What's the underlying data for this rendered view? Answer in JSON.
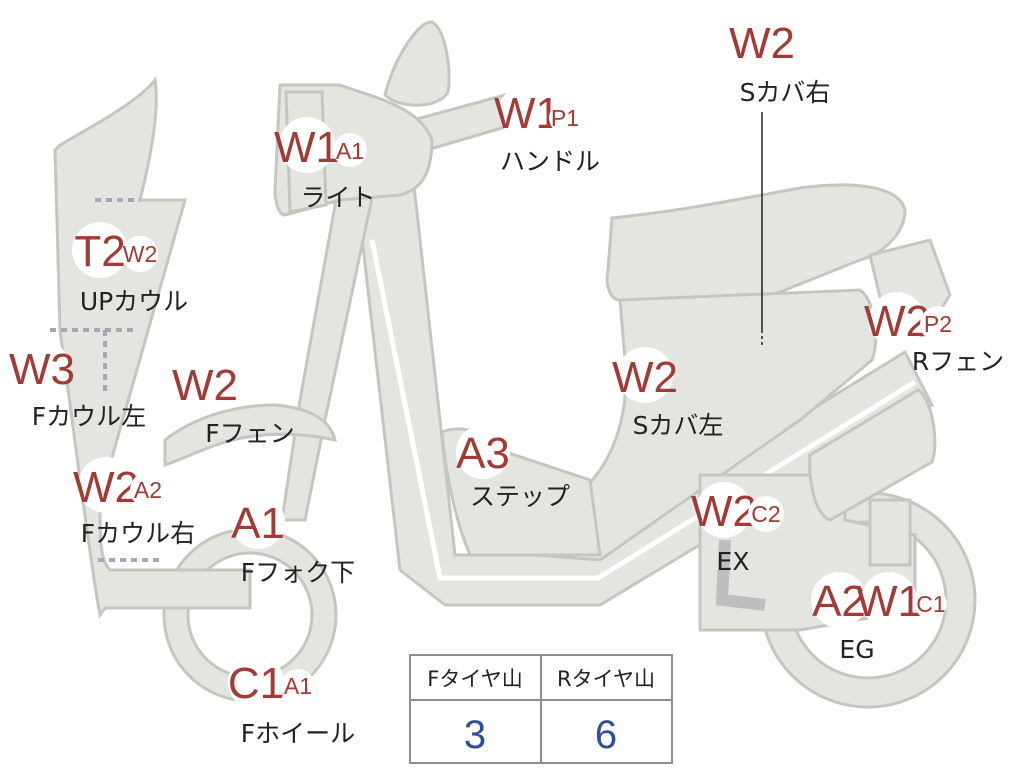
{
  "colors": {
    "body_fill": "#e4e4e0",
    "body_stroke": "#c6c6c0",
    "grade_text": "#a23a36",
    "tire_value_text": "#2f4d9a",
    "label_text": "#222222",
    "badge_fill": "#ffffff"
  },
  "parts": [
    {
      "id": "s-cover-right",
      "label": "Sカバ右",
      "grades": [
        "W2"
      ]
    },
    {
      "id": "handle",
      "label": "ハンドル",
      "grades": [
        "W1",
        "P1"
      ]
    },
    {
      "id": "light",
      "label": "ライト",
      "grades": [
        "W1",
        "A1"
      ]
    },
    {
      "id": "up-cowl",
      "label": "UPカウル",
      "grades": [
        "T2",
        "W2"
      ]
    },
    {
      "id": "f-cowl-left",
      "label": "Fカウル左",
      "grades": [
        "W3"
      ]
    },
    {
      "id": "f-fender",
      "label": "Fフェン",
      "grades": [
        "W2"
      ]
    },
    {
      "id": "f-cowl-right",
      "label": "Fカウル右",
      "grades": [
        "W2",
        "A2"
      ]
    },
    {
      "id": "f-fork-lower",
      "label": "Fフォク下",
      "grades": [
        "A1"
      ]
    },
    {
      "id": "step",
      "label": "ステップ",
      "grades": [
        "A3"
      ]
    },
    {
      "id": "s-cover-left",
      "label": "Sカバ左",
      "grades": [
        "W2"
      ]
    },
    {
      "id": "r-fender",
      "label": "Rフェン",
      "grades": [
        "W2",
        "P2"
      ]
    },
    {
      "id": "ex",
      "label": "EX",
      "grades": [
        "W2",
        "C2"
      ]
    },
    {
      "id": "eg",
      "label": "EG",
      "grades": [
        "A2",
        "W1",
        "C1"
      ]
    },
    {
      "id": "f-wheel",
      "label": "Fホイール",
      "grades": [
        "C1",
        "A1"
      ]
    }
  ],
  "tire_table": {
    "headers": [
      "Fタイヤ山",
      "Rタイヤ山"
    ],
    "values": [
      "3",
      "6"
    ]
  }
}
